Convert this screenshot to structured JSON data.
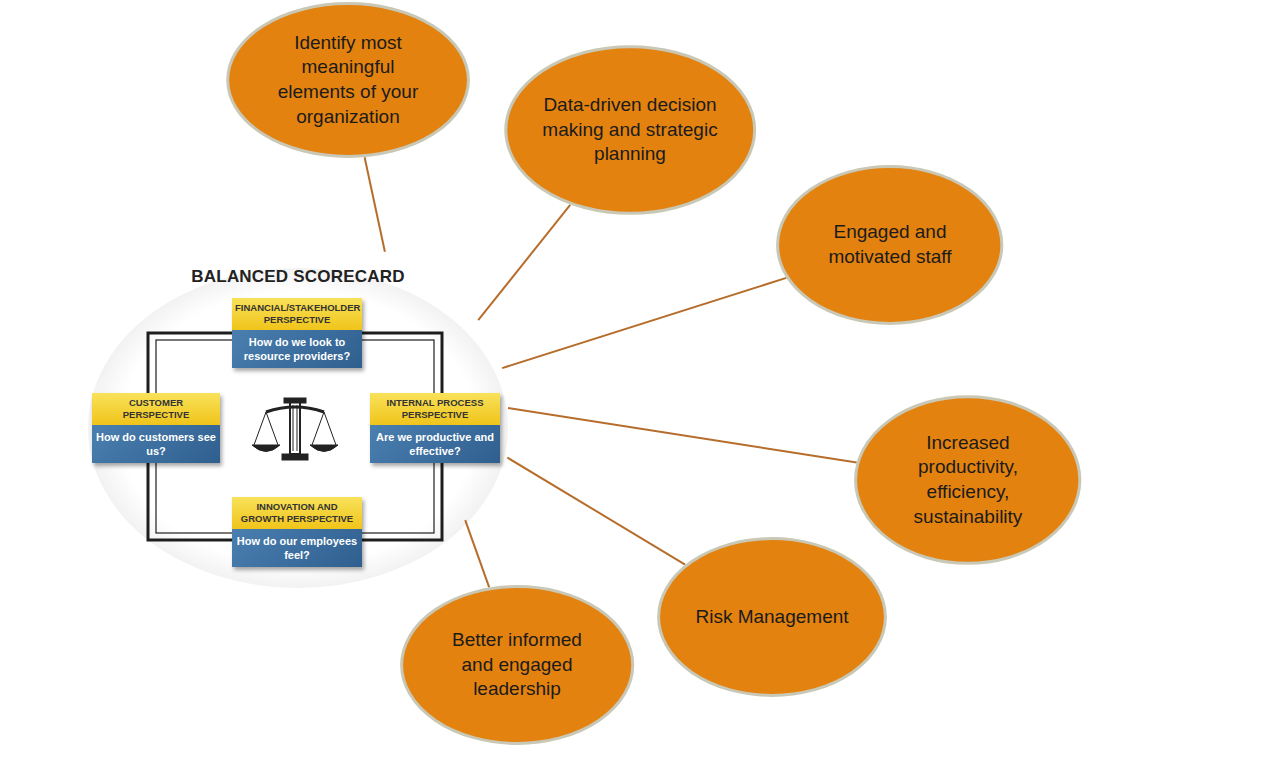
{
  "diagram": {
    "nodes": [
      {
        "text": [
          "BALANCED SCORECARD"
        ]
      },
      {
        "text": [
          "FINANCIAL/STAKEHOLDER PERSPECTIVE",
          "How do we look to resource providers?"
        ],
        "in": 0
      },
      {
        "text": [
          "CUSTOMER PERSPECTIVE",
          "How do customers see us?"
        ],
        "in": 0
      },
      {
        "text": [
          "INTERNAL PROCESS PERSPECTIVE",
          "Are we productive and effective?"
        ],
        "in": 0
      },
      {
        "text": [
          "INNOVATION AND GROWTH PERSPECTIVE",
          "How do our employees feel?"
        ],
        "in": 0
      },
      {
        "text": [
          "Identify most meaningful elements of your organization"
        ]
      },
      {
        "text": [
          "Data-driven decision making and strategic planning"
        ]
      },
      {
        "text": [
          "Engaged and motivated staff"
        ]
      },
      {
        "text": [
          "Increased productivity, efficiency, sustainability"
        ]
      },
      {
        "text": [
          "Risk Management"
        ]
      },
      {
        "text": [
          "Better informed and engaged leadership"
        ]
      }
    ],
    "edges": [
      {
        "from": 5,
        "to": 0,
        "arrow": "none"
      },
      {
        "from": 6,
        "to": 0,
        "arrow": "none"
      },
      {
        "from": 7,
        "to": 0,
        "arrow": "none"
      },
      {
        "from": 8,
        "to": 0,
        "arrow": "none"
      },
      {
        "from": 9,
        "to": 0,
        "arrow": "none"
      },
      {
        "from": 10,
        "to": 0,
        "arrow": "none"
      }
    ]
  }
}
